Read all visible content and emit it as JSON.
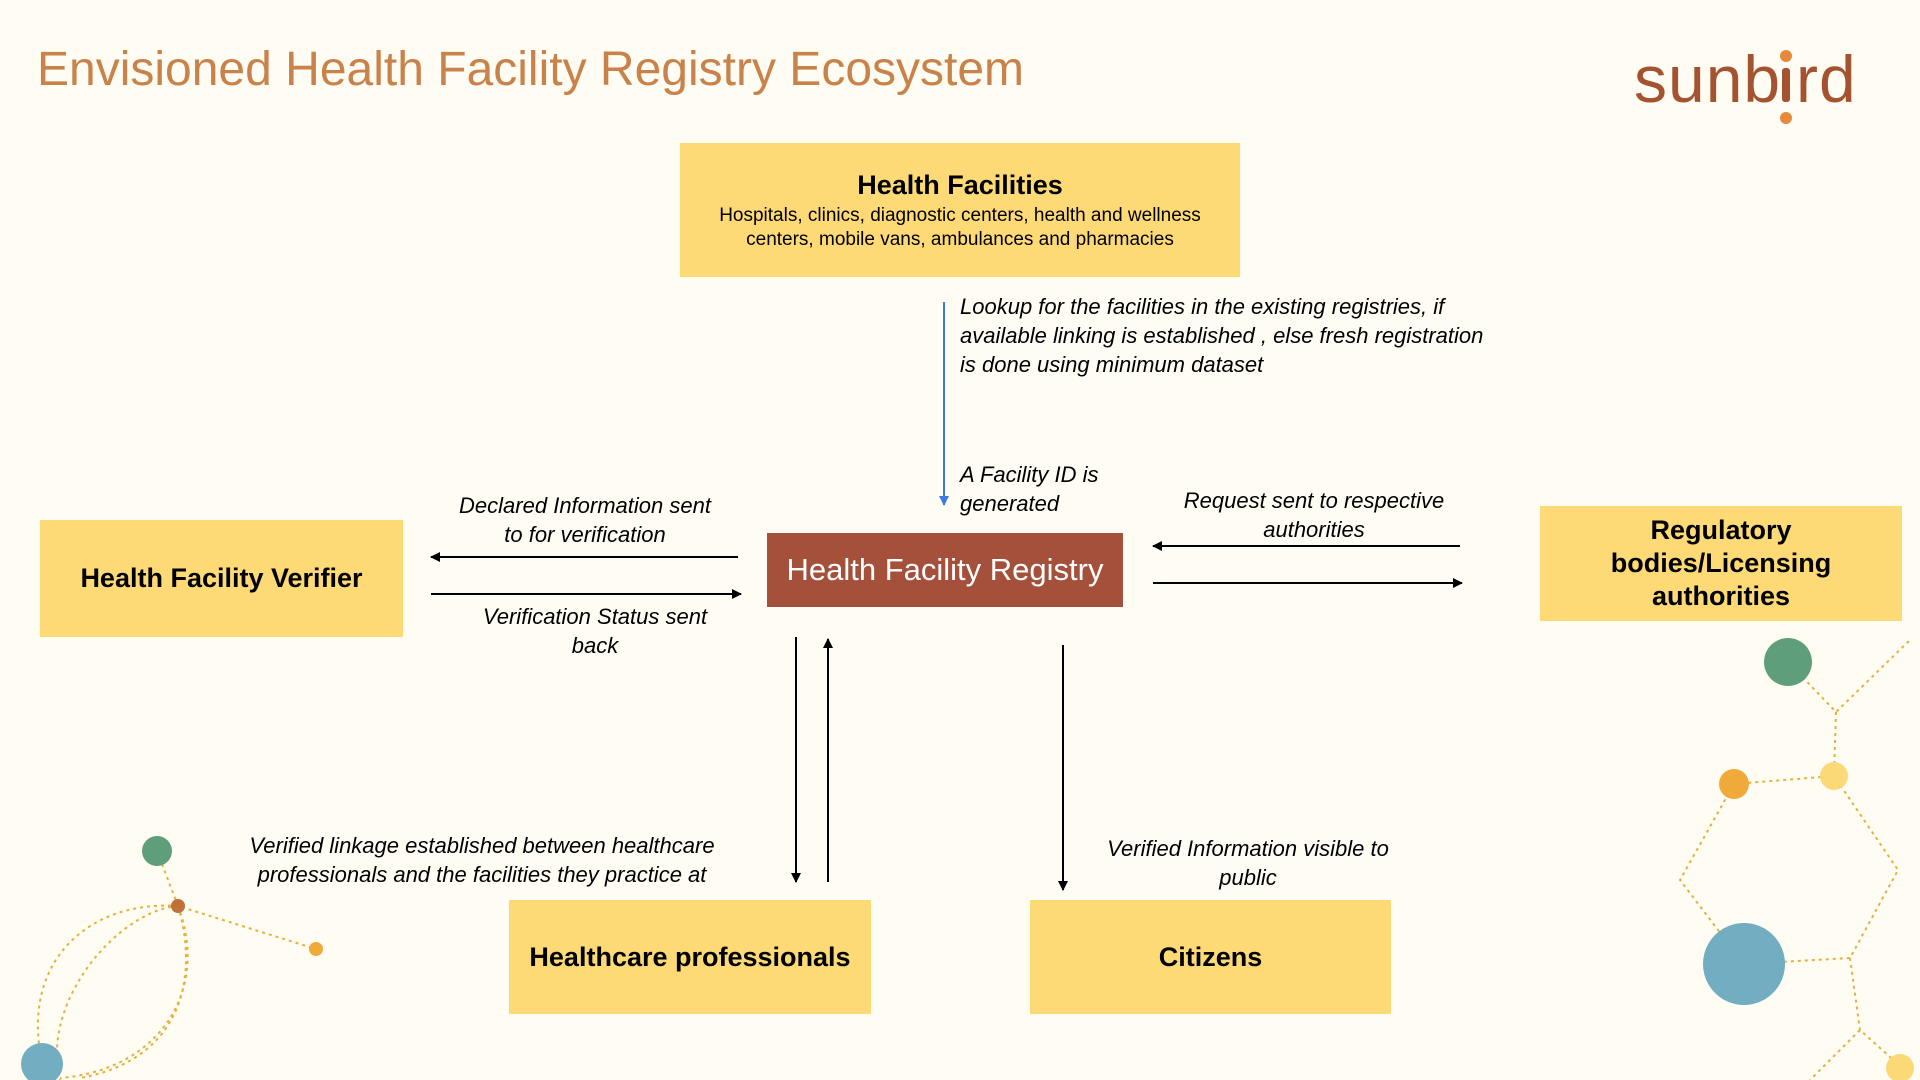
{
  "title": "Envisioned Health Facility Registry Ecosystem",
  "logo": "sunbird",
  "nodes": {
    "health_facilities": {
      "title": "Health Facilities",
      "line1": "Hospitals, clinics, diagnostic centers, health and wellness",
      "line2": "centers, mobile vans, ambulances and pharmacies"
    },
    "registry": "Health Facility Registry",
    "verifier": "Health Facility Verifier",
    "regulatory": {
      "line1": "Regulatory",
      "line2": "bodies/Licensing",
      "line3": "authorities"
    },
    "professionals": "Healthcare professionals",
    "citizens": "Citizens"
  },
  "edges": {
    "lookup": [
      "Lookup for the facilities in the existing registries, if",
      "available linking is established , else fresh registration",
      "is done using minimum dataset"
    ],
    "facility_id": [
      "A Facility ID is",
      "generated"
    ],
    "declared": [
      "Declared Information sent",
      "to for verification"
    ],
    "verification_status": [
      "Verification Status sent",
      "back"
    ],
    "request": [
      "Request sent to respective",
      "authorities"
    ],
    "linkage": [
      "Verified linkage established between healthcare",
      "professionals and the facilities they practice at"
    ],
    "public": [
      "Verified Information visible to",
      "public"
    ]
  },
  "colors": {
    "title": "#C8824A",
    "box": "#FDDA75",
    "registry": "#A5503A",
    "lookup_arrow": "#3B7BE0"
  }
}
